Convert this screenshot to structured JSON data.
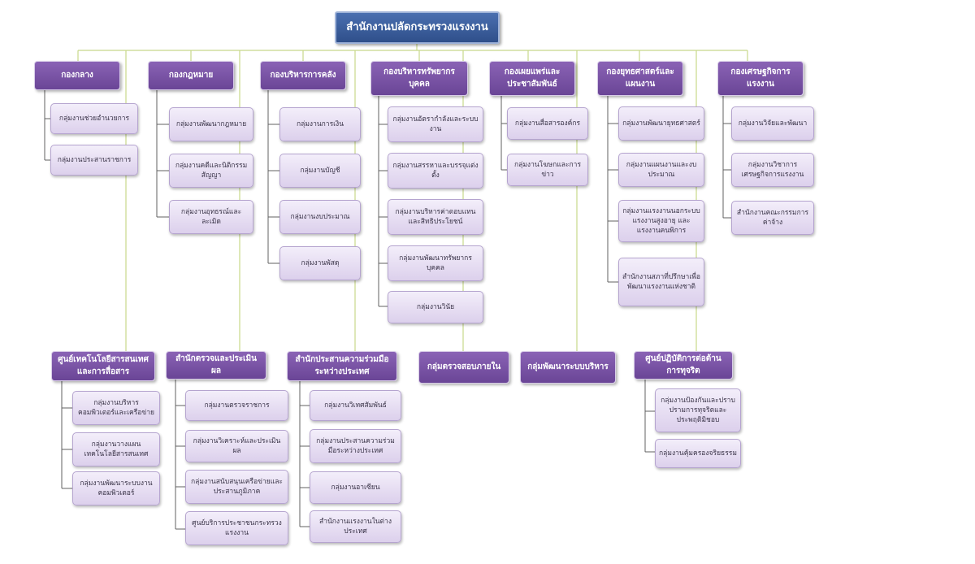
{
  "root": "สำนักงานปลัดกระทรวงแรงงาน",
  "columns": [
    {
      "title": "กองกลาง",
      "items": [
        "กลุ่มงานช่วยอำนวยการ",
        "กลุ่มงานประสานราชการ"
      ]
    },
    {
      "title": "กองกฎหมาย",
      "items": [
        "กลุ่มงานพัฒนากฎหมาย",
        "กลุ่มงานคดีและนิติกรรมสัญญา",
        "กลุ่มงานอุทธรณ์และละเมิด"
      ]
    },
    {
      "title": "กองบริหารการคลัง",
      "items": [
        "กลุ่มงานการเงิน",
        "กลุ่มงานบัญชี",
        "กลุ่มงานงบประมาณ",
        "กลุ่มงานพัสดุ"
      ]
    },
    {
      "title": "กองบริหารทรัพยากรบุคคล",
      "items": [
        "กลุ่มงานอัตรากำลังและระบบงาน",
        "กลุ่มงานสรรหาและบรรจุแต่งตั้ง",
        "กลุ่มงานบริหารค่าตอบแทนและสิทธิประโยชน์",
        "กลุ่มงานพัฒนาทรัพยากรบุคคล",
        "กลุ่มงานวินัย"
      ]
    },
    {
      "title": "กองเผยแพร่และประชาสัมพันธ์",
      "items": [
        "กลุ่มงานสื่อสารองค์กร",
        "กลุ่มงานโฆษกและการข่าว"
      ]
    },
    {
      "title": "กองยุทธศาสตร์และแผนงาน",
      "items": [
        "กลุ่มงานพัฒนายุทธศาสตร์",
        "กลุ่มงานแผนงานและงบประมาณ",
        "กลุ่มงานแรงงานนอกระบบ แรงงานสูงอายุ และแรงงานคนพิการ",
        "สำนักงานสภาที่ปรึกษาเพื่อพัฒนาแรงงานแห่งชาติ"
      ]
    },
    {
      "title": "กองเศรษฐกิจการแรงงาน",
      "items": [
        "กลุ่มงานวิจัยและพัฒนา",
        "กลุ่มงานวิชาการเศรษฐกิจการแรงงาน",
        "สำนักงานคณะกรรมการค่าจ้าง"
      ]
    }
  ],
  "lower": [
    {
      "title": "ศูนย์เทคโนโลยีสารสนเทศและการสื่อสาร",
      "items": [
        "กลุ่มงานบริหารคอมพิวเตอร์และเครือข่าย",
        "กลุ่มงานวางแผนเทคโนโลยีสารสนเทศ",
        "กลุ่มงานพัฒนาระบบงานคอมพิวเตอร์"
      ]
    },
    {
      "title": "สำนักตรวจและประเมินผล",
      "items": [
        "กลุ่มงานตรวจราชการ",
        "กลุ่มงานวิเคราะห์และประเมินผล",
        "กลุ่มงานสนับสนุนเครือข่ายและประสานภูมิภาค",
        "ศูนย์บริการประชาชนกระทรวงแรงงาน"
      ]
    },
    {
      "title": "สำนักประสานความร่วมมือระหว่างประเทศ",
      "items": [
        "กลุ่มงานวิเทศสัมพันธ์",
        "กลุ่มงานประสานความร่วมมือระหว่างประเทศ",
        "กลุ่มงานอาเซียน",
        "สำนักงานแรงงานในต่างประเทศ"
      ]
    },
    {
      "title": "กลุ่มตรวจสอบภายใน",
      "items": []
    },
    {
      "title": "กลุ่มพัฒนาระบบบริหาร",
      "items": []
    },
    {
      "title": "ศูนย์ปฏิบัติการต่อต้านการทุจริต",
      "items": [
        "กลุ่มงานป้องกันและปราบปรามการทุจริตและประพฤติมิชอบ",
        "กลุ่มงานคุ้มครองจริยธรรม"
      ]
    }
  ]
}
